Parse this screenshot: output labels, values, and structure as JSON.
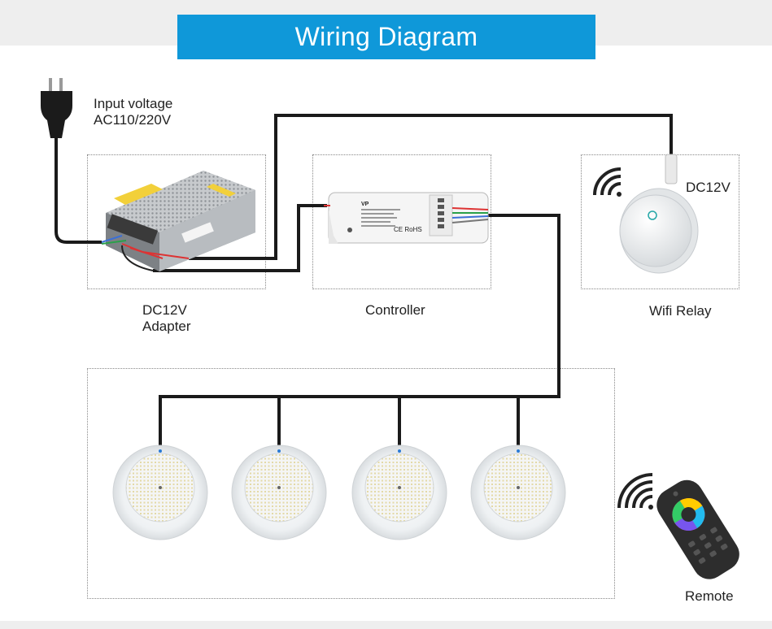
{
  "title": "Wiring Diagram",
  "labels": {
    "input_voltage_line1": "Input voltage",
    "input_voltage_line2": "AC110/220V",
    "adapter_line1": "DC12V",
    "adapter_line2": "Adapter",
    "controller": "Controller",
    "wifi_relay": "Wifi Relay",
    "dc12v": "DC12V",
    "remote": "Remote"
  },
  "controller_device": {
    "model": "VP",
    "ce_mark": "CE RoHS"
  },
  "colors": {
    "title_bar": "#0f98d9",
    "wire": "#1a1a1a",
    "background_band": "#eeeeee"
  },
  "icons": [
    "power-plug-icon",
    "wifi-signal-icon",
    "wifi-signal-icon"
  ]
}
